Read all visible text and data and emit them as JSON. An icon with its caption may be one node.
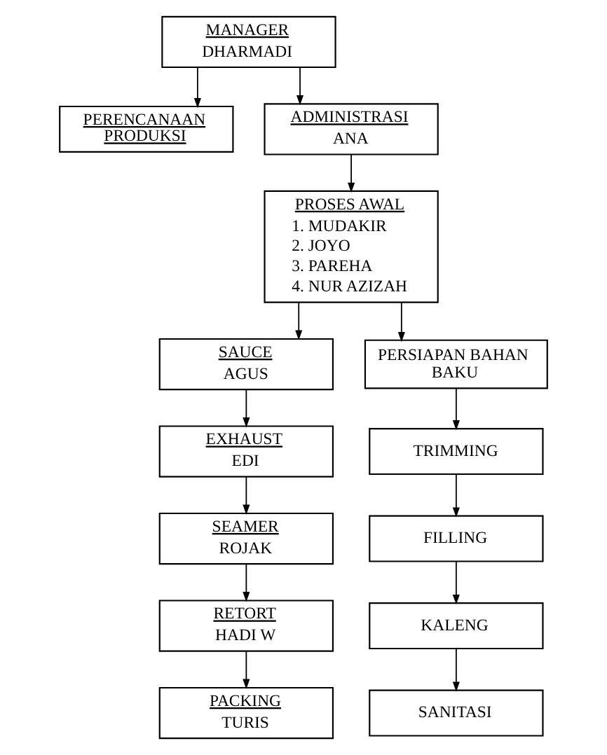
{
  "diagram": {
    "nodes": [
      {
        "text": [
          "MANAGER",
          "DHARMADI"
        ]
      },
      {
        "text": [
          "PERENCANAAN PRODUKSI"
        ]
      },
      {
        "text": [
          "ADMINISTRASI",
          "ANA"
        ]
      },
      {
        "text": [
          "PROSES AWAL",
          "1. MUDAKIR",
          "2. JOYO",
          "3. PAREHA",
          "4. NUR AZIZAH"
        ]
      },
      {
        "text": [
          "PERSIAPAN BAHAN BAKU"
        ]
      },
      {
        "text": [
          "SAUCE",
          "AGUS"
        ]
      },
      {
        "text": [
          "TRIMMING"
        ]
      },
      {
        "text": [
          "EXHAUST",
          "EDI"
        ]
      },
      {
        "text": [
          "FILLING"
        ]
      },
      {
        "text": [
          "SEAMER",
          "ROJAK"
        ]
      },
      {
        "text": [
          "KALENG"
        ]
      },
      {
        "text": [
          "RETORT",
          "HADI W"
        ]
      },
      {
        "text": [
          "SANITASI"
        ]
      },
      {
        "text": [
          "PACKING",
          "TURIS"
        ]
      }
    ],
    "edges": [
      {
        "from": 0,
        "to": 1,
        "arrow": "to"
      },
      {
        "from": 0,
        "to": 2,
        "arrow": "to"
      },
      {
        "from": 2,
        "to": 3,
        "arrow": "to"
      },
      {
        "from": 3,
        "to": 5,
        "arrow": "to"
      },
      {
        "from": 3,
        "to": 4,
        "arrow": "to"
      },
      {
        "from": 5,
        "to": 7,
        "arrow": "to"
      },
      {
        "from": 7,
        "to": 9,
        "arrow": "to"
      },
      {
        "from": 9,
        "to": 11,
        "arrow": "to"
      },
      {
        "from": 11,
        "to": 13,
        "arrow": "to"
      },
      {
        "from": 4,
        "to": 6,
        "arrow": "to"
      },
      {
        "from": 6,
        "to": 8,
        "arrow": "to"
      },
      {
        "from": 8,
        "to": 10,
        "arrow": "to"
      },
      {
        "from": 10,
        "to": 12,
        "arrow": "to"
      }
    ]
  }
}
